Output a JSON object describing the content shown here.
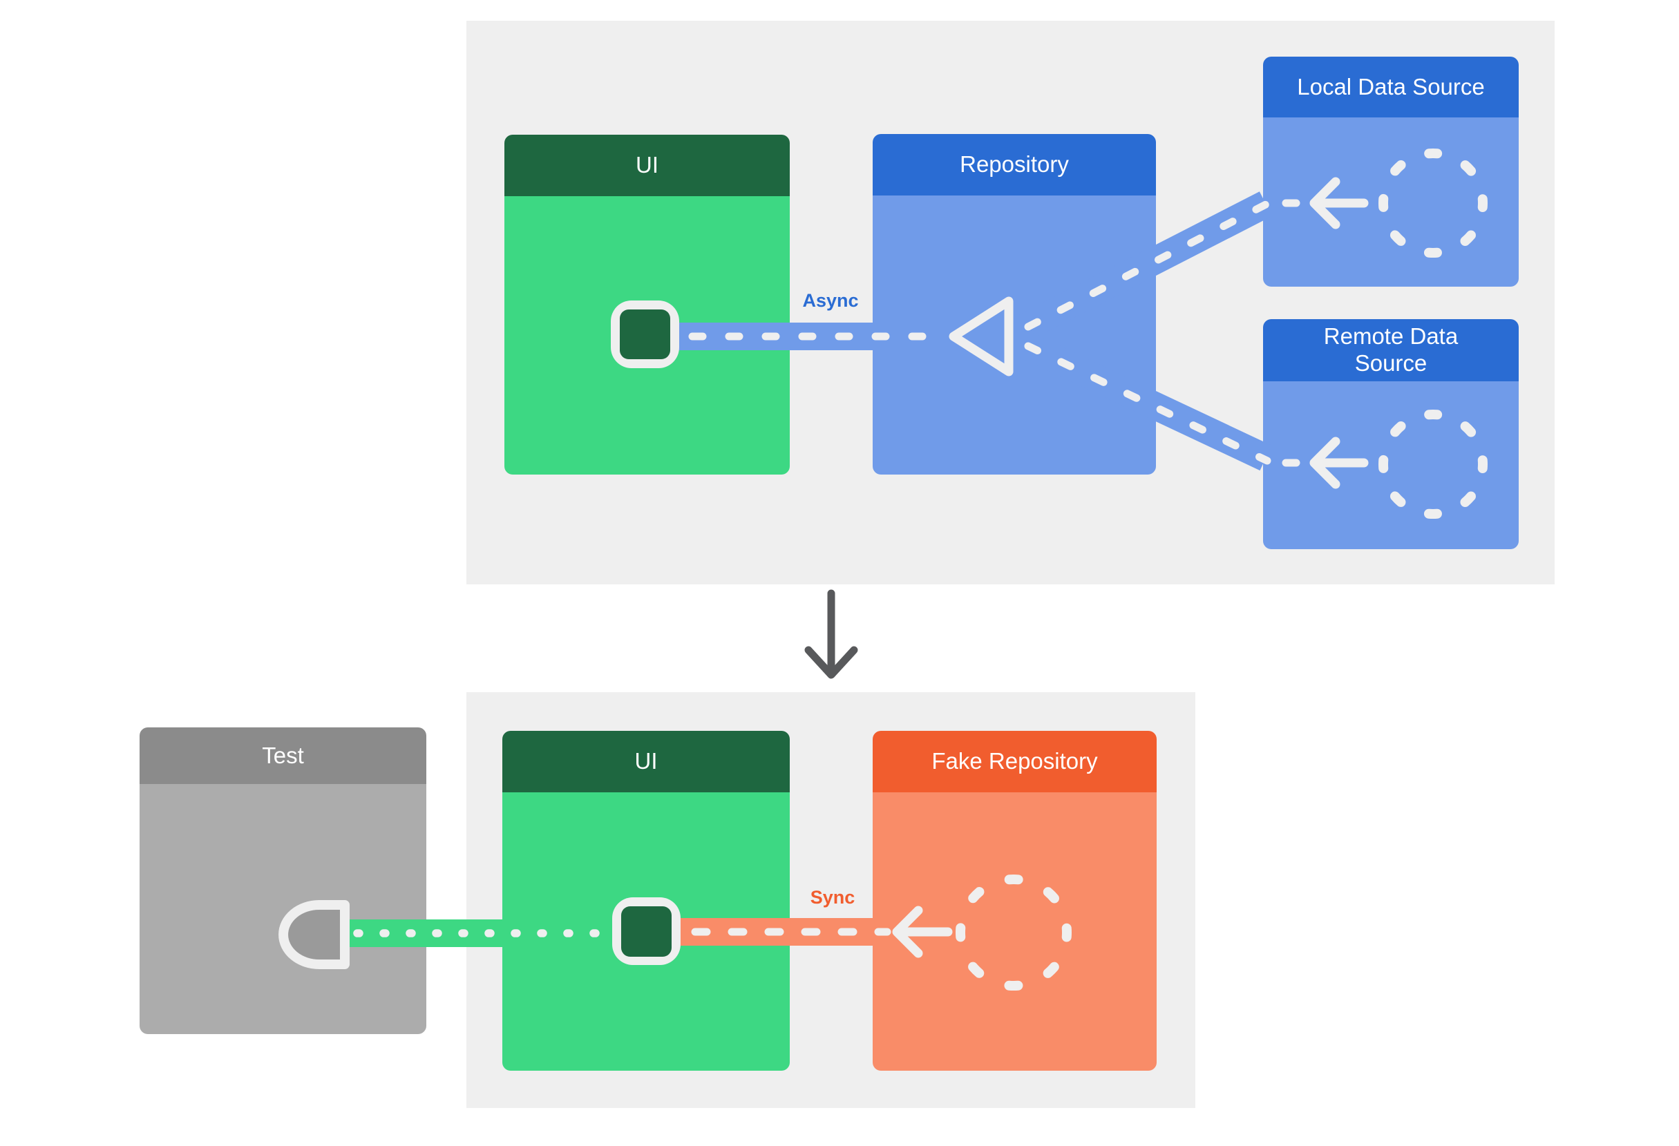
{
  "diagram_type": "android-architecture-testing-diagram",
  "top_section": {
    "async_label": "Async",
    "boxes": {
      "ui": {
        "title": "UI",
        "header_color": "#1E6740",
        "body_color": "#3DD883"
      },
      "repository": {
        "title": "Repository",
        "header_color": "#2A6CD3",
        "body_color": "#709BE9"
      },
      "local_data_source": {
        "title": "Local Data Source",
        "header_color": "#2A6CD3",
        "body_color": "#709BE9"
      },
      "remote_data_source": {
        "title": "Remote Data Source",
        "header_color": "#2A6CD3",
        "body_color": "#709BE9"
      }
    },
    "connections": [
      {
        "from": "Repository",
        "to": "UI",
        "label": "Async",
        "style": "dashed-band"
      },
      {
        "from": "Local Data Source",
        "to": "Repository",
        "style": "dashed-band"
      },
      {
        "from": "Remote Data Source",
        "to": "Repository",
        "style": "dashed-band"
      }
    ]
  },
  "bottom_section": {
    "sync_label": "Sync",
    "boxes": {
      "test": {
        "title": "Test",
        "header_color": "#8B8B8B",
        "body_color": "#ACACAC"
      },
      "ui": {
        "title": "UI",
        "header_color": "#1E6740",
        "body_color": "#3DD883"
      },
      "fake_repository": {
        "title": "Fake Repository",
        "header_color": "#F15D2E",
        "body_color": "#F98C68"
      }
    },
    "connections": [
      {
        "from": "Fake Repository",
        "to": "UI",
        "label": "Sync",
        "style": "dashed-band"
      },
      {
        "from": "UI",
        "to": "Test",
        "style": "dotted-band"
      }
    ]
  },
  "flow": {
    "from": "top_section",
    "to": "bottom_section",
    "symbol": "down-arrow"
  },
  "colors": {
    "page_background": "#FFFFFF",
    "panel_background": "#EFEFEF",
    "green_header": "#1E6740",
    "green_body": "#3DD883",
    "blue_header": "#2A6CD3",
    "blue_body": "#709BE9",
    "orange_header": "#F15D2E",
    "orange_body": "#F98C68",
    "gray_header": "#8B8B8B",
    "gray_body": "#ACACAC",
    "socket_fill": "#9A9A9A",
    "dash_white": "#EFEFEF",
    "down_arrow": "#58595B",
    "async_text": "#2A6CD3",
    "sync_text": "#F15D2E"
  },
  "icons": {
    "dashed-circle-icon": "dashed circle (data source placeholder)",
    "arrow-left-icon": "left-pointing arrow",
    "triangle-arrowhead-icon": "hollow triangle arrowhead",
    "down-arrow-icon": "downward flow arrow",
    "socket-icon": "D-shaped test socket",
    "chip-icon": "rounded square UI state holder"
  }
}
